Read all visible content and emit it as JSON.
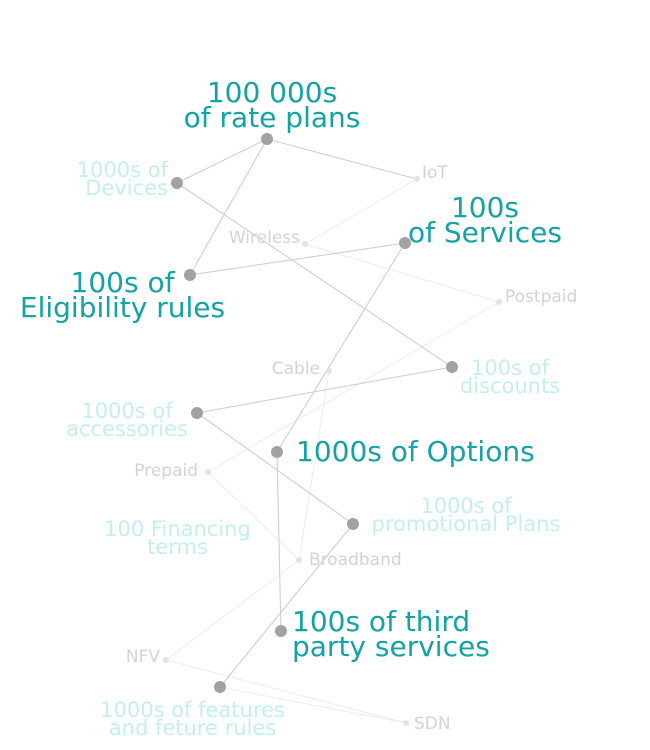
{
  "nodes": {
    "rate_plans": {
      "line1": "100 000s",
      "line2": "of rate plans"
    },
    "devices": {
      "line1": "1000s of",
      "line2": "Devices"
    },
    "services": {
      "line1": "100s",
      "line2": "of Services"
    },
    "eligibility": {
      "line1": "100s of",
      "line2": "Eligibility rules"
    },
    "discounts": {
      "line1": "100s of",
      "line2": "discounts"
    },
    "accessories": {
      "line1": "1000s of",
      "line2": "accessories"
    },
    "options": {
      "label": "1000s of Options"
    },
    "promotional": {
      "line1": "1000s of",
      "line2": "promotional Plans"
    },
    "financing": {
      "line1": "100 Financing",
      "line2": "terms"
    },
    "third_party": {
      "line1": "100s of third",
      "line2": "party services"
    },
    "features": {
      "line1": "1000s of features",
      "line2": "and feture rules"
    },
    "iot": {
      "label": "IoT"
    },
    "wireless": {
      "label": "Wireless"
    },
    "postpaid": {
      "label": "Postpaid"
    },
    "cable": {
      "label": "Cable"
    },
    "prepaid": {
      "label": "Prepaid"
    },
    "broadband": {
      "label": "Broadband"
    },
    "nfv": {
      "label": "NFV"
    },
    "sdn": {
      "label": "SDN"
    }
  },
  "colors": {
    "primary": "#13a3a6",
    "secondary": "#c4eef1",
    "minor_text": "#d3d3d3",
    "node_main": "#a2a2a2",
    "node_minor": "#e3e3e3",
    "edge": "#cfcfcf"
  }
}
